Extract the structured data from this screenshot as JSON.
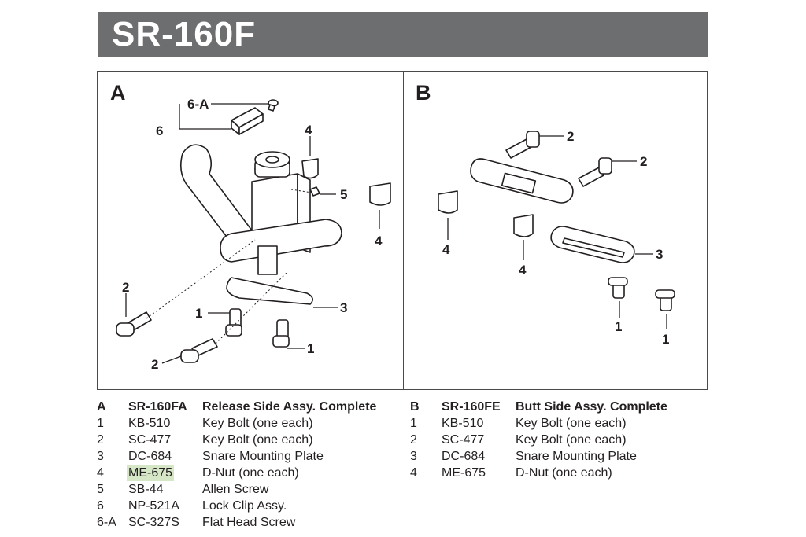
{
  "title": "SR-160F",
  "panel_a": {
    "letter": "A",
    "callouts": [
      "6-A",
      "6",
      "4",
      "5",
      "4",
      "2",
      "1",
      "3",
      "2",
      "1"
    ]
  },
  "panel_b": {
    "letter": "B",
    "callouts": [
      "2",
      "2",
      "4",
      "3",
      "4",
      "1",
      "1"
    ]
  },
  "table_a": {
    "header": {
      "key": "A",
      "code": "SR-160FA",
      "desc": "Release Side Assy. Complete"
    },
    "rows": [
      {
        "key": "1",
        "code": "KB-510",
        "desc": "Key Bolt (one each)"
      },
      {
        "key": "2",
        "code": "SC-477",
        "desc": "Key Bolt (one each)"
      },
      {
        "key": "3",
        "code": "DC-684",
        "desc": "Snare Mounting Plate"
      },
      {
        "key": "4",
        "code": "ME-675",
        "desc": "D-Nut (one each)"
      },
      {
        "key": "5",
        "code": "SB-44",
        "desc": "Allen Screw"
      },
      {
        "key": "6",
        "code": "NP-521A",
        "desc": "Lock Clip Assy."
      },
      {
        "key": "6-A",
        "code": "SC-327S",
        "desc": "Flat Head Screw"
      }
    ]
  },
  "table_b": {
    "header": {
      "key": "B",
      "code": "SR-160FE",
      "desc": "Butt Side Assy. Complete"
    },
    "rows": [
      {
        "key": "1",
        "code": "KB-510",
        "desc": "Key Bolt (one each)"
      },
      {
        "key": "2",
        "code": "SC-477",
        "desc": "Key Bolt (one each)"
      },
      {
        "key": "3",
        "code": "DC-684",
        "desc": "Snare Mounting Plate"
      },
      {
        "key": "4",
        "code": "ME-675",
        "desc": "D-Nut (one each)"
      }
    ]
  },
  "colors": {
    "title_bar": "#6d6e70",
    "highlight": "#d6e7c8",
    "line": "#231f20"
  }
}
